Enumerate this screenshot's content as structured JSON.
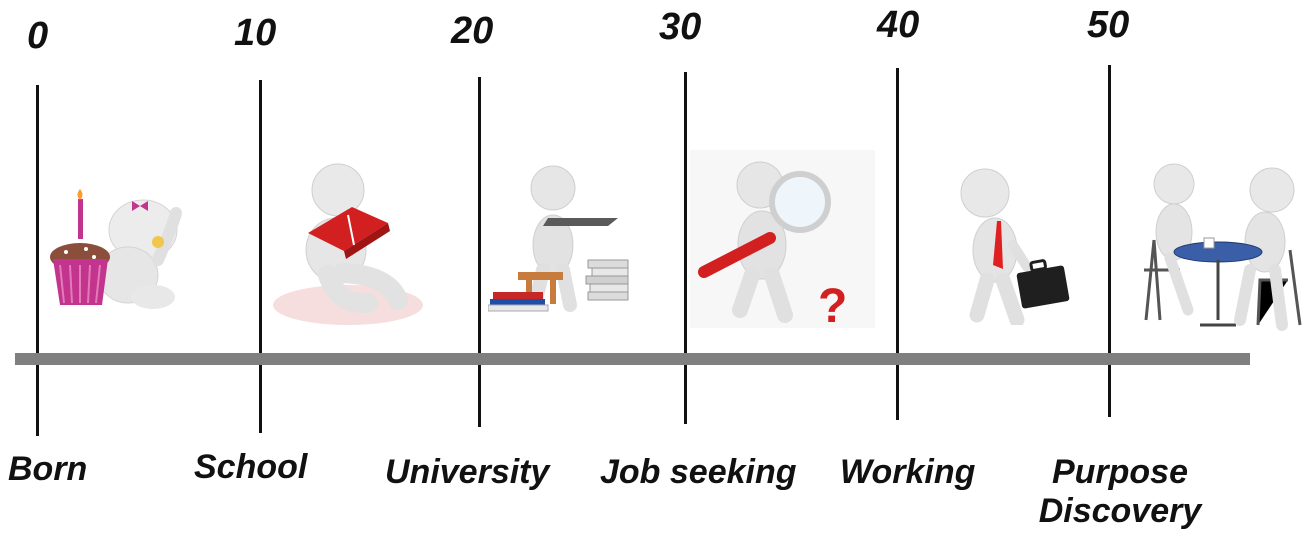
{
  "timeline": {
    "ages": [
      "0",
      "10",
      "20",
      "30",
      "40",
      "50"
    ],
    "stages": [
      {
        "label": "Born",
        "icon": "baby-with-birthday-cupcake-icon"
      },
      {
        "label": "School",
        "icon": "figure-reading-book-icon"
      },
      {
        "label": "University",
        "icon": "figure-studying-with-books-icon"
      },
      {
        "label": "Job seeking",
        "icon": "figure-with-magnifying-glass-icon"
      },
      {
        "label": "Working",
        "icon": "figure-with-briefcase-icon"
      },
      {
        "label": "Purpose Discovery",
        "label_line1": "Purpose",
        "label_line2": "Discovery",
        "icon": "figures-talking-at-cafe-table-icon"
      }
    ]
  },
  "colors": {
    "axis": "#7f7f7f",
    "ticks": "#111111",
    "figure": "#e9e9e9",
    "book_red": "#d21f1f",
    "cupcake_pink": "#c2348d"
  }
}
